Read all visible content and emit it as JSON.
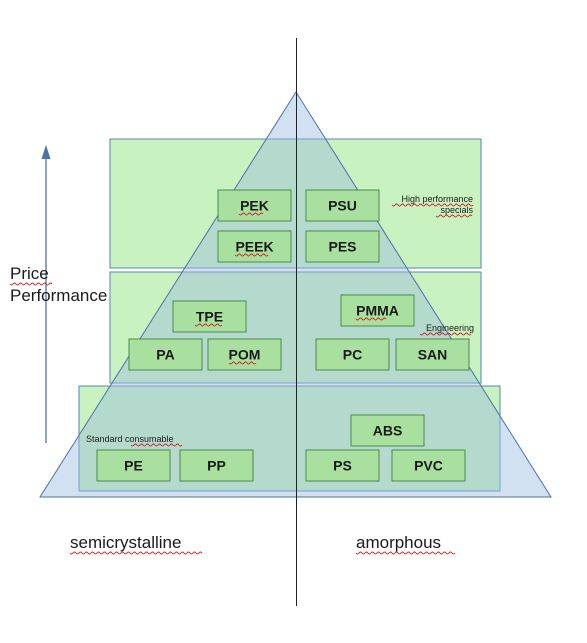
{
  "axis": {
    "price_line1": "Price",
    "price_line2": "Performance"
  },
  "categories": {
    "left": "semicrystalline",
    "right": "amorphous"
  },
  "tiers": {
    "high": "High performance",
    "high_line2": "specials",
    "engineering": "Engineering",
    "consumable": "Standard consumable"
  },
  "polymers": {
    "pek": "PEK",
    "psu": "PSU",
    "peek": "PEEK",
    "pes": "PES",
    "tpe": "TPE",
    "pmma": "PMMA",
    "pa": "PA",
    "pom": "POM",
    "pc": "PC",
    "san": "SAN",
    "abs": "ABS",
    "pe": "PE",
    "pp": "PP",
    "ps": "PS",
    "pvc": "PVC"
  },
  "colors": {
    "tier_fill": "#c8f2c0",
    "tier_border": "#5a86b8",
    "box_fill": "#a9e0a0",
    "box_border": "#4a8a4a",
    "triangle_fill": "#b9cfe6",
    "triangle_stroke": "#4a73a6",
    "spellcheck": "#d02020"
  }
}
